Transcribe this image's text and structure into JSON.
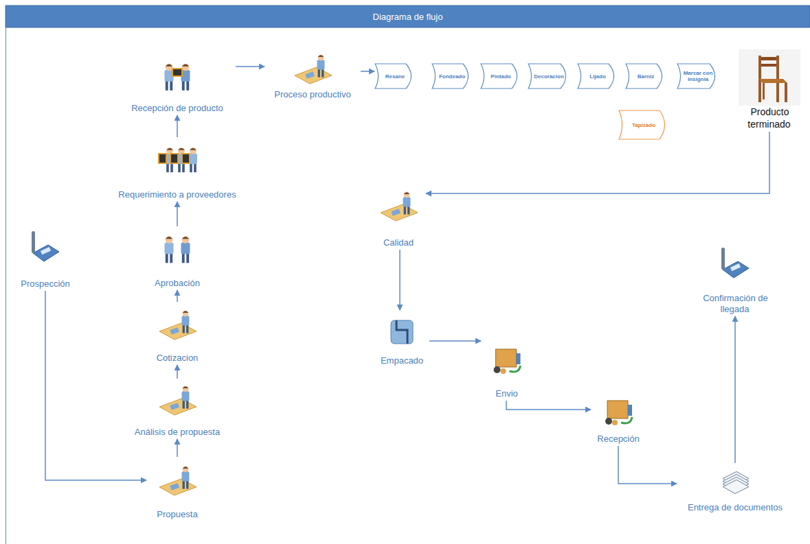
{
  "diagram": {
    "title": "Diagrama de flujo",
    "nodes": [
      {
        "text": [
          "Recepción de producto"
        ]
      },
      {
        "text": [
          "Proceso productivo"
        ]
      },
      {
        "text": [
          "Resane"
        ]
      },
      {
        "text": [
          "Fondeado"
        ]
      },
      {
        "text": [
          "Pintado"
        ]
      },
      {
        "text": [
          "Decoracion"
        ]
      },
      {
        "text": [
          "Lijado"
        ]
      },
      {
        "text": [
          "Barniz"
        ]
      },
      {
        "text": [
          "Marcar con insignia"
        ]
      },
      {
        "text": [
          "Producto terminado"
        ]
      },
      {
        "text": [
          "Tapizado"
        ]
      },
      {
        "text": [
          "Requerimiento a proveedores"
        ]
      },
      {
        "text": [
          "Prospección"
        ]
      },
      {
        "text": [
          "Aprobación"
        ]
      },
      {
        "text": [
          "Calidad"
        ]
      },
      {
        "text": [
          "Confirmación de llegada"
        ]
      },
      {
        "text": [
          "Cotizacion"
        ]
      },
      {
        "text": [
          "Empacado"
        ]
      },
      {
        "text": [
          "Envio"
        ]
      },
      {
        "text": [
          "Análisis de propuesta"
        ]
      },
      {
        "text": [
          "Recepción"
        ]
      },
      {
        "text": [
          "Propuesta"
        ]
      },
      {
        "text": [
          "Entrega de documentos"
        ]
      }
    ],
    "edges": [
      {
        "from": 12,
        "to": 21,
        "arrow": "to"
      },
      {
        "from": 21,
        "to": 19,
        "arrow": "to"
      },
      {
        "from": 19,
        "to": 16,
        "arrow": "to"
      },
      {
        "from": 16,
        "to": 13,
        "arrow": "to"
      },
      {
        "from": 13,
        "to": 11,
        "arrow": "to"
      },
      {
        "from": 11,
        "to": 0,
        "arrow": "to"
      },
      {
        "from": 0,
        "to": 1,
        "arrow": "to"
      },
      {
        "from": 1,
        "to": 2,
        "arrow": "to"
      },
      {
        "from": 9,
        "to": 14,
        "arrow": "to"
      },
      {
        "from": 14,
        "to": 17,
        "arrow": "to"
      },
      {
        "from": 17,
        "to": 18,
        "arrow": "to"
      },
      {
        "from": 18,
        "to": 20,
        "arrow": "to"
      },
      {
        "from": 20,
        "to": 22,
        "arrow": "to"
      },
      {
        "from": 22,
        "to": 15,
        "arrow": "to"
      }
    ]
  }
}
